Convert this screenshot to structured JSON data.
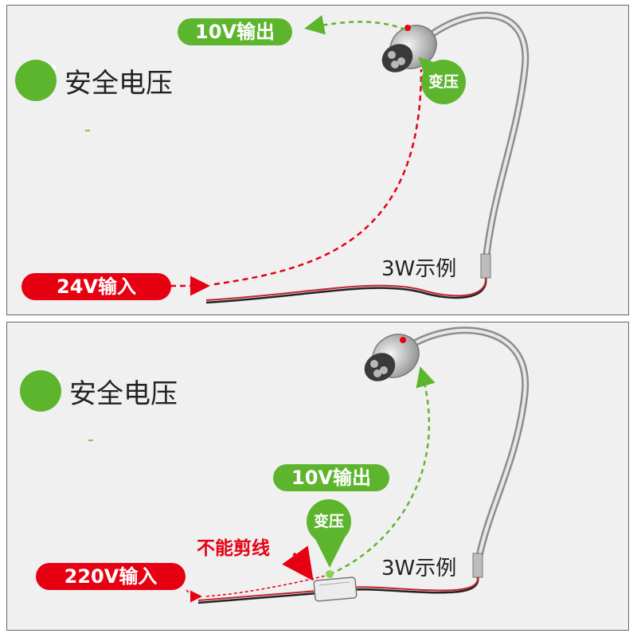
{
  "panel_1": {
    "safe_label": "安全电压",
    "output_label": "10V输出",
    "transform_label": "变压",
    "input_label": "24V输入",
    "example_label": "3W示例"
  },
  "panel_2": {
    "safe_label": "安全电压",
    "output_label": "10V输出",
    "transform_label": "变压",
    "input_label": "220V输入",
    "warning_label": "不能剪线",
    "example_label": "3W示例"
  },
  "colors": {
    "green": "#5db52e",
    "red": "#e60012"
  },
  "icons": [
    "check-icon",
    "lamp-icon",
    "transformer-icon",
    "arrow-icon"
  ]
}
